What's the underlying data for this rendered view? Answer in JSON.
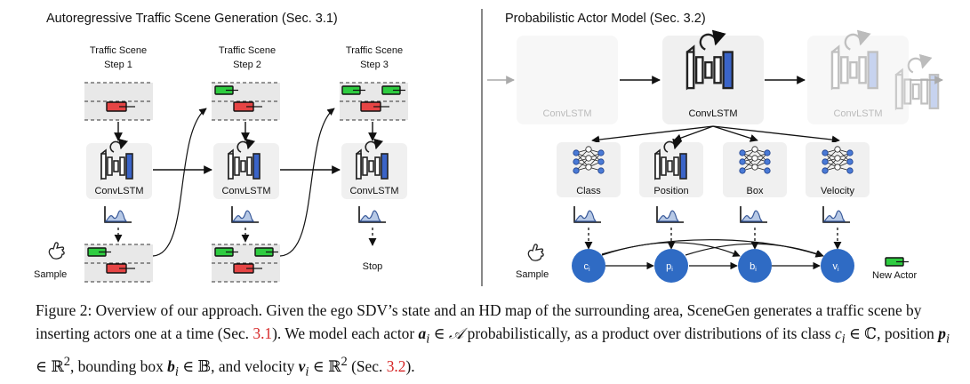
{
  "left_panel": {
    "title": "Autoregressive Traffic Scene Generation (Sec. 3.1)",
    "steps": [
      {
        "title": "Traffic Scene",
        "subtitle": "Step 1"
      },
      {
        "title": "Traffic Scene",
        "subtitle": "Step 2"
      },
      {
        "title": "Traffic Scene",
        "subtitle": "Step 3"
      }
    ],
    "module_label": "ConvLSTM",
    "sample_label": "Sample",
    "stop_label": "Stop"
  },
  "right_panel": {
    "title": "Probabilistic Actor Model (Sec. 3.2)",
    "convlstm_label": "ConvLSTM",
    "heads": [
      "Class",
      "Position",
      "Box",
      "Velocity"
    ],
    "nodes": [
      "c",
      "p",
      "b",
      "v"
    ],
    "node_subscript": "i",
    "sample_label": "Sample",
    "legend_label": "New Actor"
  },
  "colors": {
    "ego_actor": "#e64545",
    "new_actor": "#2ecc40",
    "node": "#2f6bc4",
    "panel_bg": "#f0f0f0",
    "separator": "#555555"
  },
  "caption": {
    "label": "Figure 2:",
    "seg1": "Overview of our approach. Given the ego SDV’s state and an HD map of the surrounding area, SceneGen generates a traffic scene by inserting actors one at a time (Sec.",
    "ref1": "3.1",
    "seg2": "). We model each actor",
    "seg3": "probabilistically, as a product over distributions of its class",
    "seg4": ", position",
    "seg5": ", bounding box",
    "seg6": ", and velocity",
    "seg7": "(Sec.",
    "ref2": "3.2",
    "seg8": ")."
  }
}
